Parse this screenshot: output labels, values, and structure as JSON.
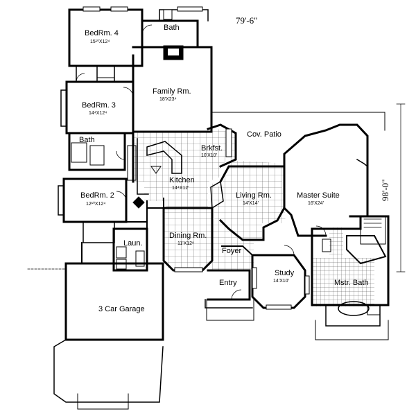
{
  "overall": {
    "width": "79'-6\"",
    "depth": "98'-0\""
  },
  "rooms": [
    {
      "id": "bed4",
      "name": "BedRm. 4",
      "dim": "15¹⁰X12⁴"
    },
    {
      "id": "bath1",
      "name": "Bath",
      "dim": ""
    },
    {
      "id": "family",
      "name": "Family Rm.",
      "dim": "18'X23⁴"
    },
    {
      "id": "bed3",
      "name": "BedRm. 3",
      "dim": "14⁴X12⁴"
    },
    {
      "id": "bath2",
      "name": "Bath",
      "dim": ""
    },
    {
      "id": "brkfst",
      "name": "Brkfst.",
      "dim": "10'X10'"
    },
    {
      "id": "patio",
      "name": "Cov. Patio",
      "dim": ""
    },
    {
      "id": "kitchen",
      "name": "Kitchen",
      "dim": "14⁴X12'"
    },
    {
      "id": "bed2",
      "name": "BedRm. 2",
      "dim": "12¹⁰X12⁴"
    },
    {
      "id": "living",
      "name": "Living Rm.",
      "dim": "14'X14'"
    },
    {
      "id": "master",
      "name": "Master Suite",
      "dim": "16'X24'"
    },
    {
      "id": "dining",
      "name": "Dining Rm.",
      "dim": "11'X12⁸"
    },
    {
      "id": "laun",
      "name": "Laun.",
      "dim": ""
    },
    {
      "id": "foyer",
      "name": "Foyer",
      "dim": ""
    },
    {
      "id": "study",
      "name": "Study",
      "dim": "14'X10'"
    },
    {
      "id": "entry",
      "name": "Entry",
      "dim": ""
    },
    {
      "id": "mbath",
      "name": "Mstr. Bath",
      "dim": ""
    },
    {
      "id": "garage",
      "name": "3 Car Garage",
      "dim": ""
    }
  ]
}
